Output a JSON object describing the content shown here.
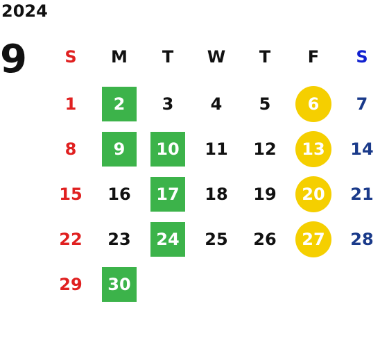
{
  "year": "2024",
  "month": "9",
  "colors": {
    "sunday": "#e02020",
    "saturday_header": "#1020d0",
    "saturday": "#1a3a8a",
    "weekday": "#111111",
    "green_mark": "#3cb34a",
    "yellow_mark": "#f5cf00"
  },
  "weekdays": [
    {
      "label": "S",
      "kind": "sunday"
    },
    {
      "label": "M",
      "kind": "weekday"
    },
    {
      "label": "T",
      "kind": "weekday"
    },
    {
      "label": "W",
      "kind": "weekday"
    },
    {
      "label": "T",
      "kind": "weekday"
    },
    {
      "label": "F",
      "kind": "weekday"
    },
    {
      "label": "S",
      "kind": "saturday_header"
    }
  ],
  "weeks": [
    [
      {
        "day": "1",
        "kind": "sunday",
        "mark": ""
      },
      {
        "day": "2",
        "kind": "weekday",
        "mark": "green"
      },
      {
        "day": "3",
        "kind": "weekday",
        "mark": ""
      },
      {
        "day": "4",
        "kind": "weekday",
        "mark": ""
      },
      {
        "day": "5",
        "kind": "weekday",
        "mark": ""
      },
      {
        "day": "6",
        "kind": "weekday",
        "mark": "yellow"
      },
      {
        "day": "7",
        "kind": "saturday",
        "mark": ""
      }
    ],
    [
      {
        "day": "8",
        "kind": "sunday",
        "mark": ""
      },
      {
        "day": "9",
        "kind": "weekday",
        "mark": "green"
      },
      {
        "day": "10",
        "kind": "weekday",
        "mark": "green"
      },
      {
        "day": "11",
        "kind": "weekday",
        "mark": ""
      },
      {
        "day": "12",
        "kind": "weekday",
        "mark": ""
      },
      {
        "day": "13",
        "kind": "weekday",
        "mark": "yellow"
      },
      {
        "day": "14",
        "kind": "saturday",
        "mark": ""
      }
    ],
    [
      {
        "day": "15",
        "kind": "sunday",
        "mark": ""
      },
      {
        "day": "16",
        "kind": "weekday",
        "mark": ""
      },
      {
        "day": "17",
        "kind": "weekday",
        "mark": "green"
      },
      {
        "day": "18",
        "kind": "weekday",
        "mark": ""
      },
      {
        "day": "19",
        "kind": "weekday",
        "mark": ""
      },
      {
        "day": "20",
        "kind": "weekday",
        "mark": "yellow"
      },
      {
        "day": "21",
        "kind": "saturday",
        "mark": ""
      }
    ],
    [
      {
        "day": "22",
        "kind": "sunday",
        "mark": ""
      },
      {
        "day": "23",
        "kind": "weekday",
        "mark": ""
      },
      {
        "day": "24",
        "kind": "weekday",
        "mark": "green"
      },
      {
        "day": "25",
        "kind": "weekday",
        "mark": ""
      },
      {
        "day": "26",
        "kind": "weekday",
        "mark": ""
      },
      {
        "day": "27",
        "kind": "weekday",
        "mark": "yellow"
      },
      {
        "day": "28",
        "kind": "saturday",
        "mark": ""
      }
    ],
    [
      {
        "day": "29",
        "kind": "sunday",
        "mark": ""
      },
      {
        "day": "30",
        "kind": "weekday",
        "mark": "green"
      },
      {
        "day": "",
        "kind": "weekday",
        "mark": ""
      },
      {
        "day": "",
        "kind": "weekday",
        "mark": ""
      },
      {
        "day": "",
        "kind": "weekday",
        "mark": ""
      },
      {
        "day": "",
        "kind": "weekday",
        "mark": ""
      },
      {
        "day": "",
        "kind": "saturday",
        "mark": ""
      }
    ]
  ]
}
